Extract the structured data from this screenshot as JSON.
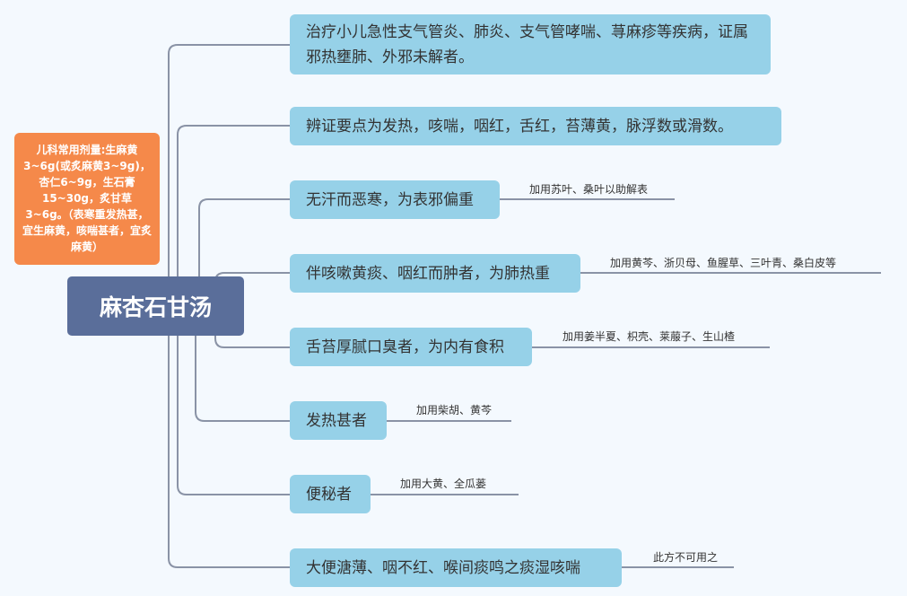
{
  "central": "麻杏石甘汤",
  "dosage": "儿科常用剂量:生麻黄3~6g(或炙麻黄3~9g)，杏仁6~9g，生石膏15~30g，炙甘草3~6g。（表寒重发热甚，宜生麻黄，咳喘甚者，宜炙麻黄）",
  "branches": [
    {
      "text": "治疗小儿急性支气管炎、肺炎、支气管哮喘、荨麻疹等疾病，证属邪热壅肺、外邪未解者。",
      "note": ""
    },
    {
      "text": "辨证要点为发热，咳喘，咽红，舌红，苔薄黄，脉浮数或滑数。",
      "note": ""
    },
    {
      "text": "无汗而恶寒，为表邪偏重",
      "note": "加用苏叶、桑叶以助解表"
    },
    {
      "text": "伴咳嗽黄痰、咽红而肿者，为肺热重",
      "note": "加用黄芩、浙贝母、鱼腥草、三叶青、桑白皮等"
    },
    {
      "text": "舌苔厚腻口臭者，为内有食积",
      "note": "加用姜半夏、枳壳、莱菔子、生山楂"
    },
    {
      "text": "发热甚者",
      "note": "加用柴胡、黄芩"
    },
    {
      "text": "便秘者",
      "note": "加用大黄、全瓜蒌"
    },
    {
      "text": "大便溏薄、咽不红、喉间痰鸣之痰湿咳喘",
      "note": "此方不可用之"
    }
  ],
  "colors": {
    "node": "#96d1e8",
    "central": "#5a6e9a",
    "dosage": "#f5894a",
    "line": "#8a93a6"
  }
}
